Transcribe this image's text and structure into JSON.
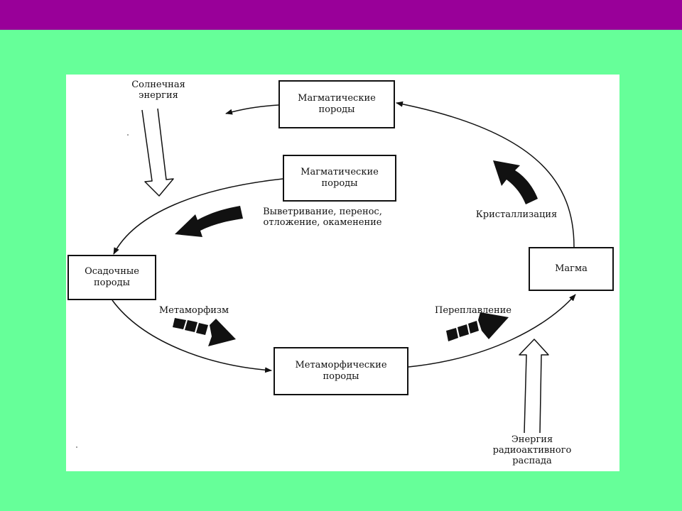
{
  "colors": {
    "top_bar": "#990099",
    "background": "#66ff99",
    "panel": "#ffffff",
    "ink": "#111111"
  },
  "diagram": {
    "nodes": {
      "igneous_top": "Магматические\nпороды",
      "igneous_mid": "Магматические\nпороды",
      "sedimentary": "Осадочные\nпороды",
      "magma": "Магма",
      "metamorphic": "Метаморфические\nпороды"
    },
    "labels": {
      "solar_energy": "Солнечная\nэнергия",
      "weathering": "Выветривание, перенос,\nотложение, окаменение",
      "crystallization": "Кристаллизация",
      "metamorphism": "Метаморфизм",
      "remelting": "Переплавление",
      "radioactive_energy": "Энергия\nрадиоактивного\nраспада"
    },
    "icons": {
      "input_arrow": "hollow-down-arrow",
      "process_arrow": "curved-bold-arrow",
      "flow_arrow": "curved-arrow"
    }
  }
}
